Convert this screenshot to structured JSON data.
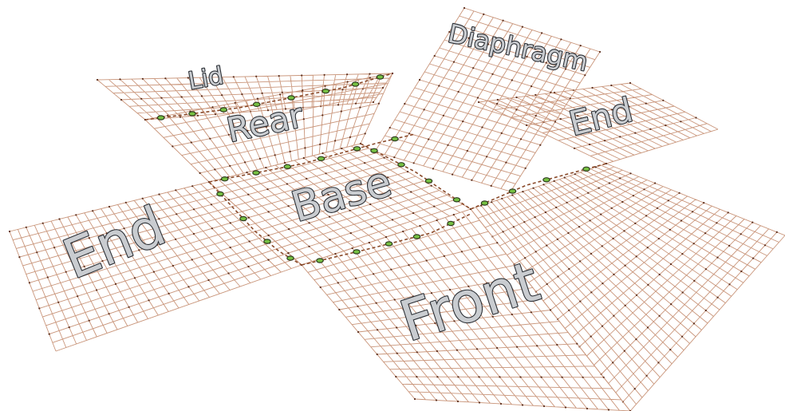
{
  "diagram": {
    "panels": [
      {
        "id": "lid",
        "label": "Lid"
      },
      {
        "id": "rear",
        "label": "Rear"
      },
      {
        "id": "diaphragm",
        "label": "Diaphragm"
      },
      {
        "id": "end-right",
        "label": "End"
      },
      {
        "id": "base",
        "label": "Base"
      },
      {
        "id": "end-left",
        "label": "End"
      },
      {
        "id": "front",
        "label": "Front"
      }
    ],
    "colors": {
      "mesh": "#c9957a",
      "mesh_node": "#5b2e1c",
      "label_fill": "#c9ccd0",
      "label_outline": "#2b2f35",
      "clip": "#76c043"
    }
  }
}
